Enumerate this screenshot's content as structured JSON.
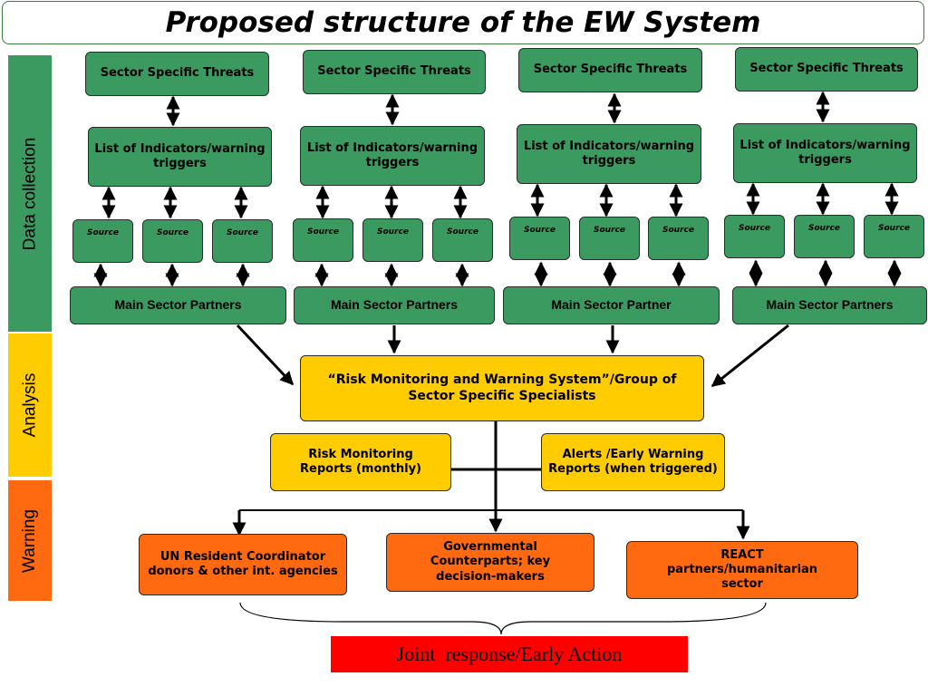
{
  "title": "Proposed structure of the EW System",
  "bands": {
    "data_collection": "Data collection",
    "analysis": "Analysis",
    "warning": "Warning"
  },
  "columns": [
    {
      "threats": "Sector Specific Threats",
      "indicators": "List of Indicators/warning triggers",
      "sources": [
        "Source",
        "Source",
        "Source"
      ],
      "partners": "Main Sector Partners"
    },
    {
      "threats": "Sector Specific Threats",
      "indicators": "List of Indicators/warning triggers",
      "sources": [
        "Source",
        "Source",
        "Source"
      ],
      "partners": "Main Sector Partners"
    },
    {
      "threats": "Sector Specific Threats",
      "indicators": "List of Indicators/warning triggers",
      "sources": [
        "Source",
        "Source",
        "Source"
      ],
      "partners": "Main Sector Partner"
    },
    {
      "threats": "Sector Specific Threats",
      "indicators": "List of Indicators/warning triggers",
      "sources": [
        "Source",
        "Source",
        "Source"
      ],
      "partners": "Main Sector Partners"
    }
  ],
  "analysis": {
    "rmws": "“Risk Monitoring and Warning System”/Group of Sector Specific Specialists",
    "reports_monthly": "Risk Monitoring Reports (monthly)",
    "alerts": "Alerts /Early Warning Reports (when triggered)"
  },
  "warning": {
    "un": "UN Resident Coordinator donors & other int. agencies",
    "gov": "Governmental Counterparts; key decision-makers",
    "react": "REACT partners/humanitarian sector"
  },
  "joint": "Joint  response/Early Action",
  "colors": {
    "green": "#3a9a60",
    "yellow": "#ffcc00",
    "orange": "#ff6a10",
    "red": "#ff0000"
  }
}
